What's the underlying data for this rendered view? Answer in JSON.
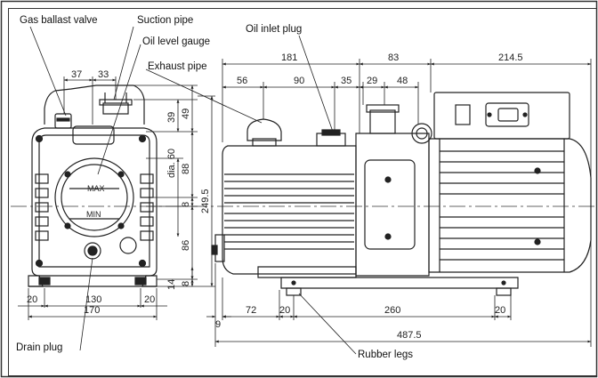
{
  "callouts": {
    "gas_ballast_valve": "Gas ballast valve",
    "suction_pipe": "Suction pipe",
    "oil_level_gauge": "Oil level gauge",
    "exhaust_pipe": "Exhaust pipe",
    "oil_inlet_plug": "Oil inlet plug",
    "drain_plug": "Drain plug",
    "rubber_legs": "Rubber legs"
  },
  "gauge": {
    "max": "MAX",
    "min": "MIN"
  },
  "front_view_dims": {
    "d37": "37",
    "d33": "33",
    "d39": "39",
    "d49": "49",
    "dia60": "dia. 60",
    "d88": "88",
    "d8a": "8",
    "d2495": "249.5",
    "d86": "86",
    "d14": "14",
    "d8b": "8",
    "d20a": "20",
    "d130": "130",
    "d20b": "20",
    "d170": "170"
  },
  "side_view_dims": {
    "d181": "181",
    "d83": "83",
    "d2145": "214.5",
    "d56": "56",
    "d90": "90",
    "d35": "35",
    "d29": "29",
    "d48": "48",
    "d9": "9",
    "d72": "72",
    "d20a": "20",
    "d260": "260",
    "d20b": "20",
    "d4875": "487.5"
  }
}
